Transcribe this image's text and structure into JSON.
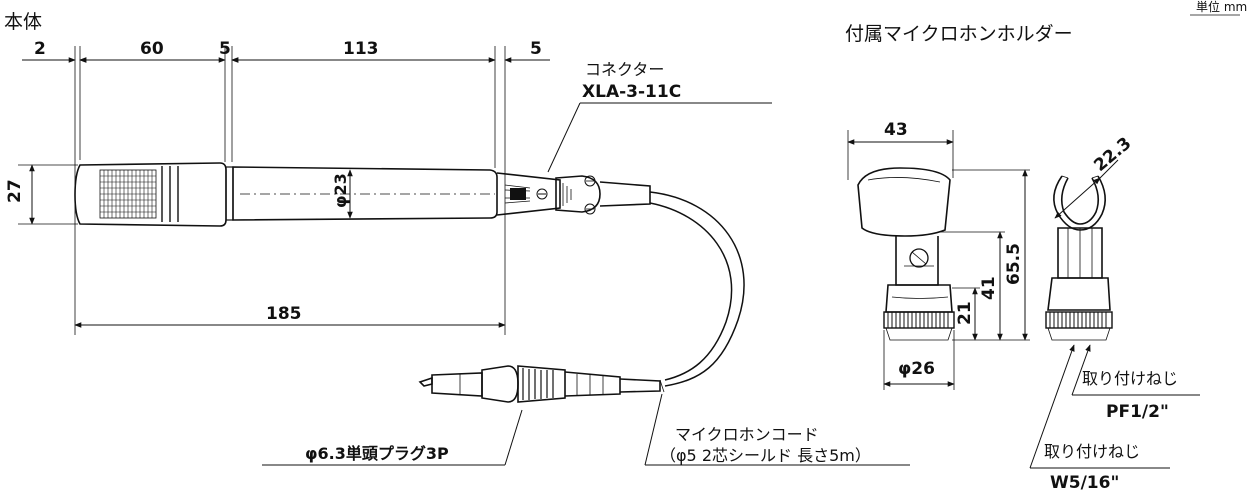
{
  "titles": {
    "main_body": "本体",
    "holder": "付属マイクロホンホルダー",
    "unit": "単位 mm"
  },
  "microphone": {
    "dim_2": "2",
    "dim_60": "60",
    "dim_5a": "5",
    "dim_113": "113",
    "dim_5b": "5",
    "dim_27": "27",
    "dim_phi23": "φ23",
    "dim_185": "185",
    "connector_label": "コネクター",
    "connector_model": "XLA-3-11C",
    "plug_label": "φ6.3単頭プラグ3P",
    "cord_label": "マイクロホンコード",
    "cord_spec": "（φ5 2芯シールド 長さ5m）"
  },
  "holder": {
    "dim_43": "43",
    "dim_22_3": "22.3",
    "dim_65_5": "65.5",
    "dim_41": "41",
    "dim_21": "21",
    "dim_phi26": "φ26",
    "thread1_label": "取り付けねじ",
    "thread1_spec": "PF1/2\"",
    "thread2_label": "取り付けねじ",
    "thread2_spec": "W5/16\""
  }
}
